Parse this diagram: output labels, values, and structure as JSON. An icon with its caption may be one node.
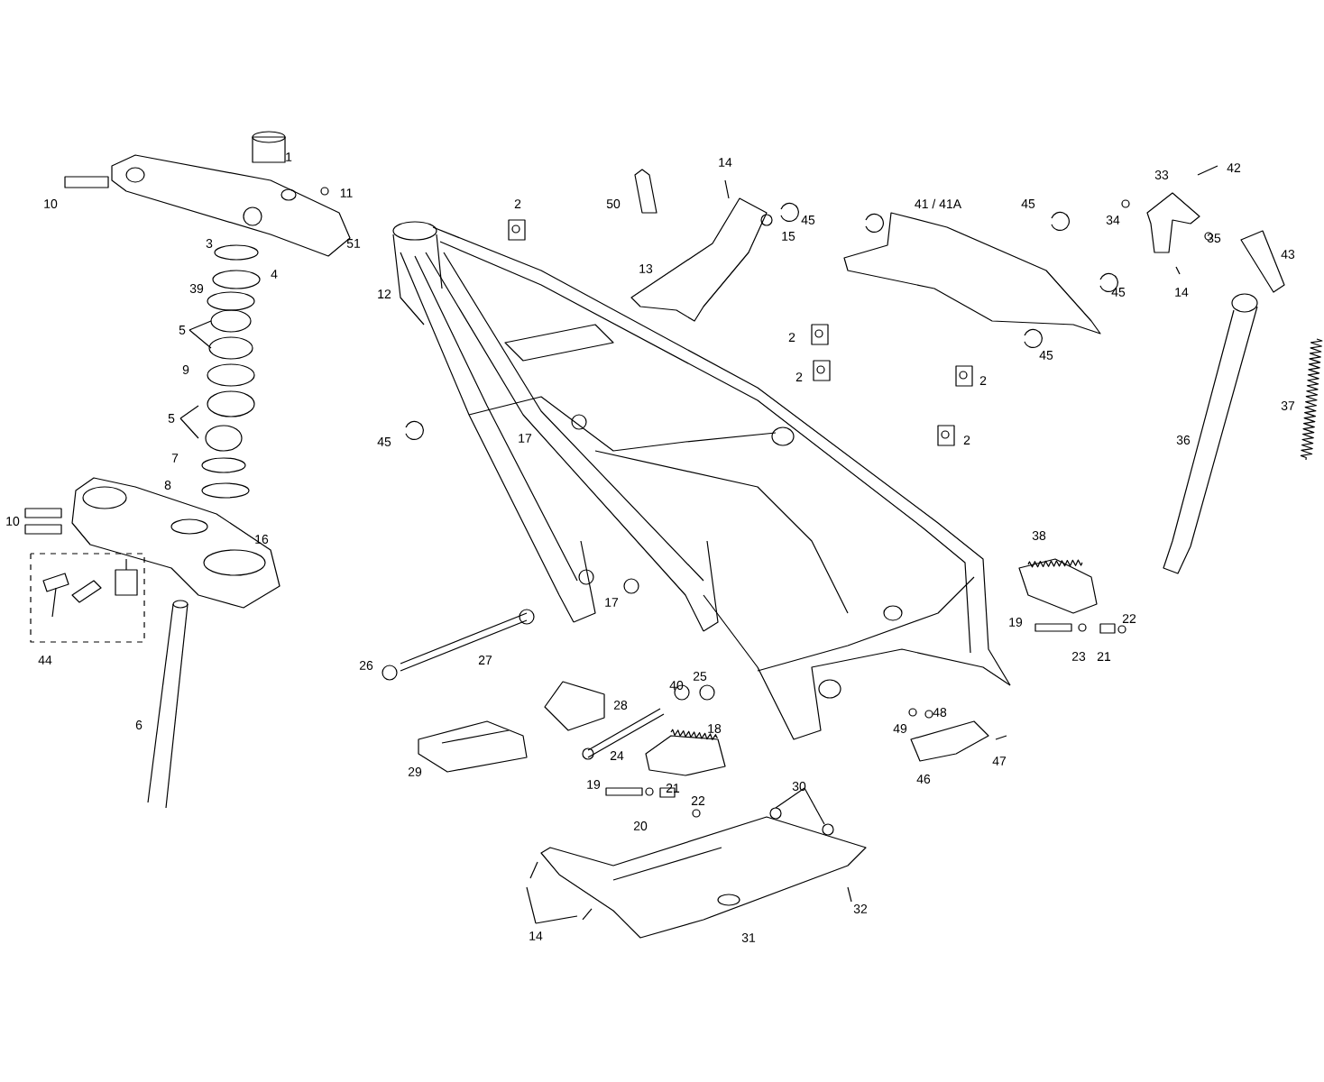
{
  "diagram": {
    "labels": [
      "1",
      "11",
      "10",
      "51",
      "14",
      "50",
      "2",
      "45",
      "15",
      "41 / 41A",
      "45",
      "33",
      "42",
      "34",
      "35",
      "43",
      "14",
      "3",
      "4",
      "13",
      "45",
      "12",
      "39",
      "45",
      "5",
      "2",
      "2",
      "2",
      "2",
      "9",
      "36",
      "37",
      "5",
      "45",
      "17",
      "7",
      "8",
      "10",
      "16",
      "38",
      "17",
      "44",
      "19",
      "22",
      "23",
      "21",
      "26",
      "27",
      "25",
      "40",
      "28",
      "18",
      "48",
      "49",
      "24",
      "29",
      "47",
      "46",
      "19",
      "21",
      "22",
      "30",
      "20",
      "6",
      "14",
      "32",
      "31"
    ]
  }
}
